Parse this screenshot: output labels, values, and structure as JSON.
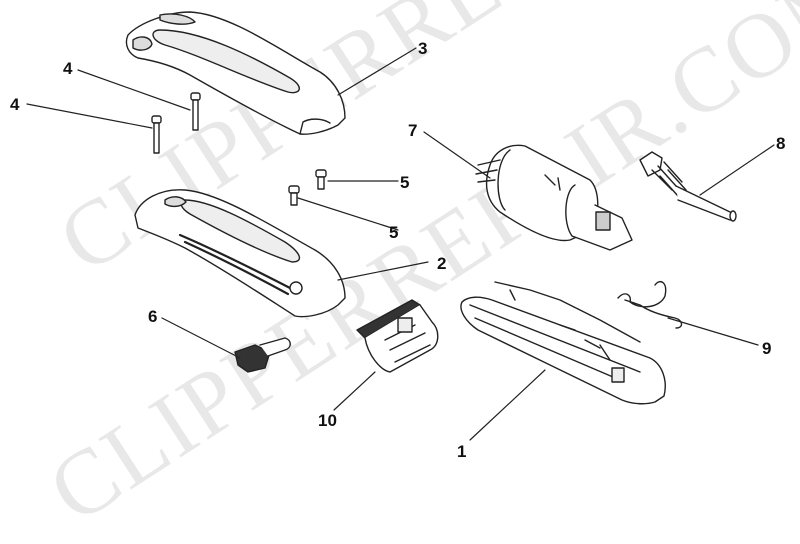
{
  "watermark": {
    "text": "CLIPPERREPAIR.COM"
  },
  "callouts": [
    {
      "id": "part-1",
      "number": "1"
    },
    {
      "id": "part-2",
      "number": "2"
    },
    {
      "id": "part-3",
      "number": "3"
    },
    {
      "id": "part-4a",
      "number": "4"
    },
    {
      "id": "part-4b",
      "number": "4"
    },
    {
      "id": "part-5a",
      "number": "5"
    },
    {
      "id": "part-5b",
      "number": "5"
    },
    {
      "id": "part-6",
      "number": "6"
    },
    {
      "id": "part-7",
      "number": "7"
    },
    {
      "id": "part-8",
      "number": "8"
    },
    {
      "id": "part-9",
      "number": "9"
    },
    {
      "id": "part-10",
      "number": "10"
    }
  ],
  "colors": {
    "line": "#222222",
    "watermark": "#cccccc"
  }
}
